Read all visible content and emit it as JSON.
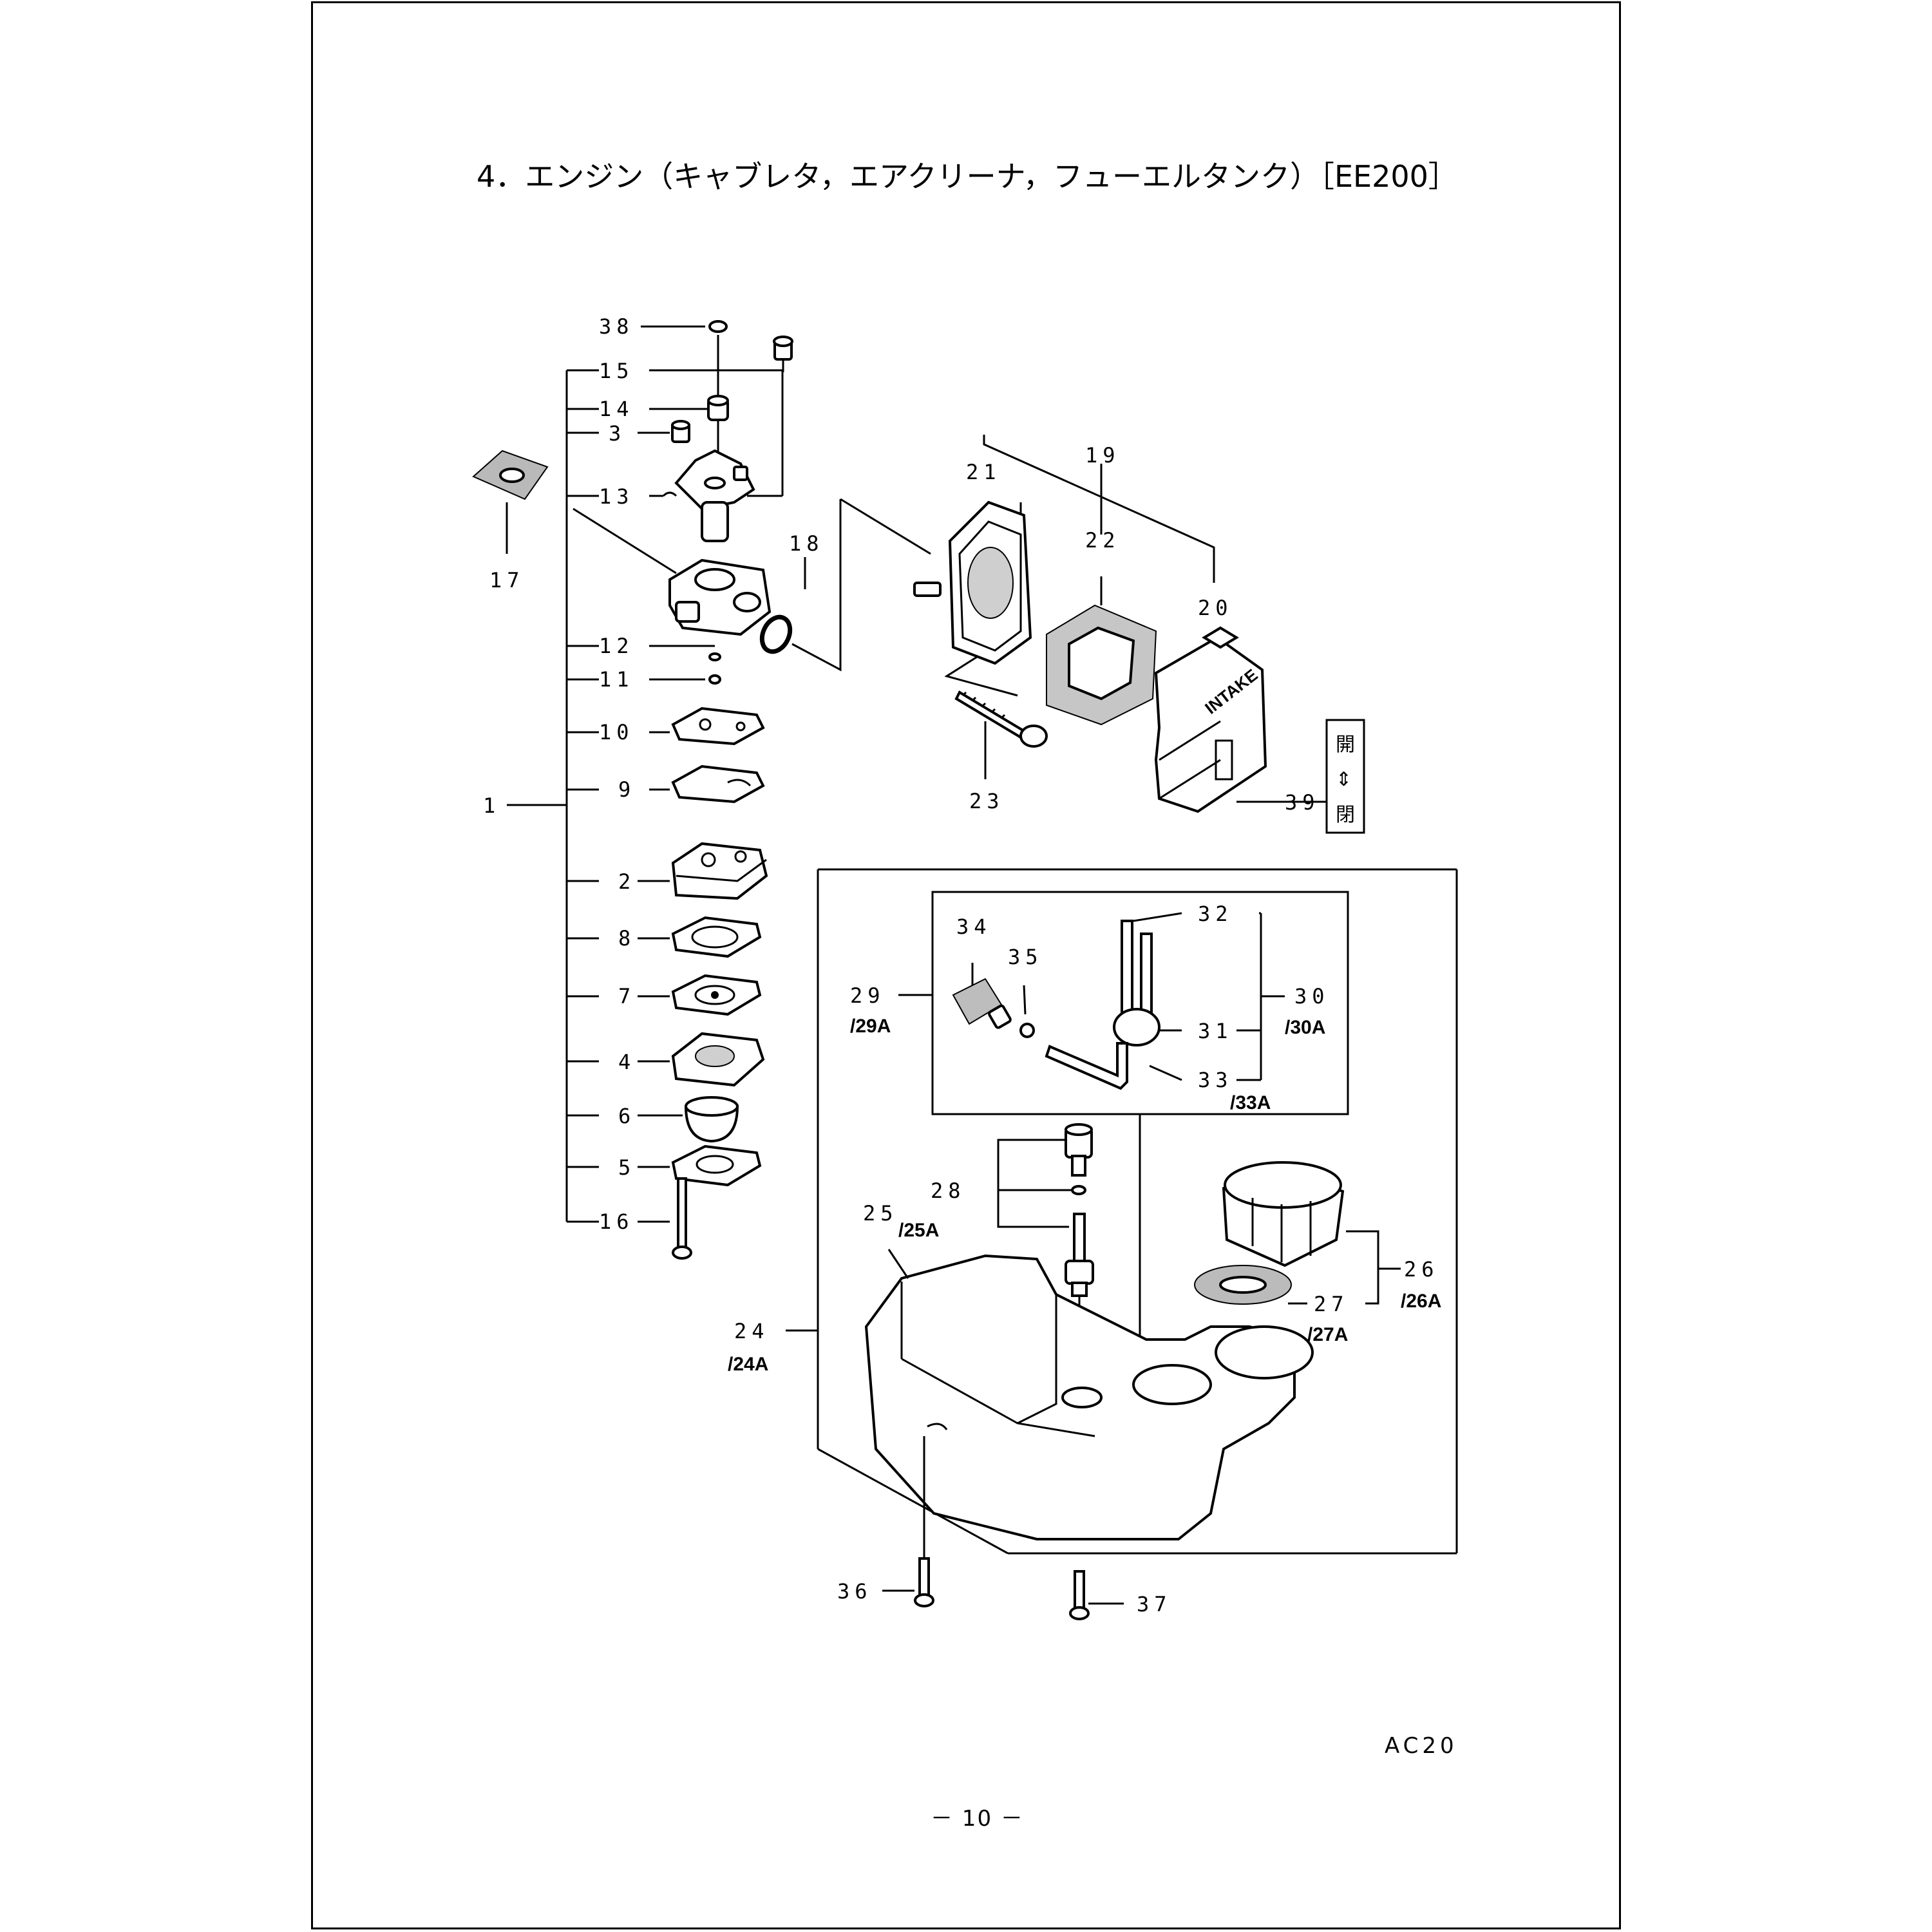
{
  "title": "4．エンジン（キャブレタ，エアクリーナ，フューエルタンク）［EE200］",
  "diagram_code": "AC20",
  "page_number": "－ 10 －",
  "intake_text": "INTAKE",
  "lever_symbol": {
    "top": "開",
    "arrow": "⇕",
    "bottom": "閉"
  },
  "callouts": {
    "c1": "1",
    "c2": "2",
    "c3": "3",
    "c4": "4",
    "c5": "5",
    "c6": "6",
    "c7": "7",
    "c8": "8",
    "c9": "9",
    "c10": "10",
    "c11": "11",
    "c12": "12",
    "c13": "13",
    "c14": "14",
    "c15": "15",
    "c16": "16",
    "c17": "17",
    "c18": "18",
    "c19": "19",
    "c20": "20",
    "c21": "21",
    "c22": "22",
    "c23": "23",
    "c24": "24",
    "c24a": "/24A",
    "c25": "25",
    "c25a": "/25A",
    "c26": "26",
    "c26a": "/26A",
    "c27": "27",
    "c27a": "/27A",
    "c28": "28",
    "c29": "29",
    "c29a": "/29A",
    "c30": "30",
    "c30a": "/30A",
    "c31": "31",
    "c32": "32",
    "c33": "33",
    "c33a": "/33A",
    "c34": "34",
    "c35": "35",
    "c36": "36",
    "c37": "37",
    "c38": "38",
    "c39": "39"
  }
}
